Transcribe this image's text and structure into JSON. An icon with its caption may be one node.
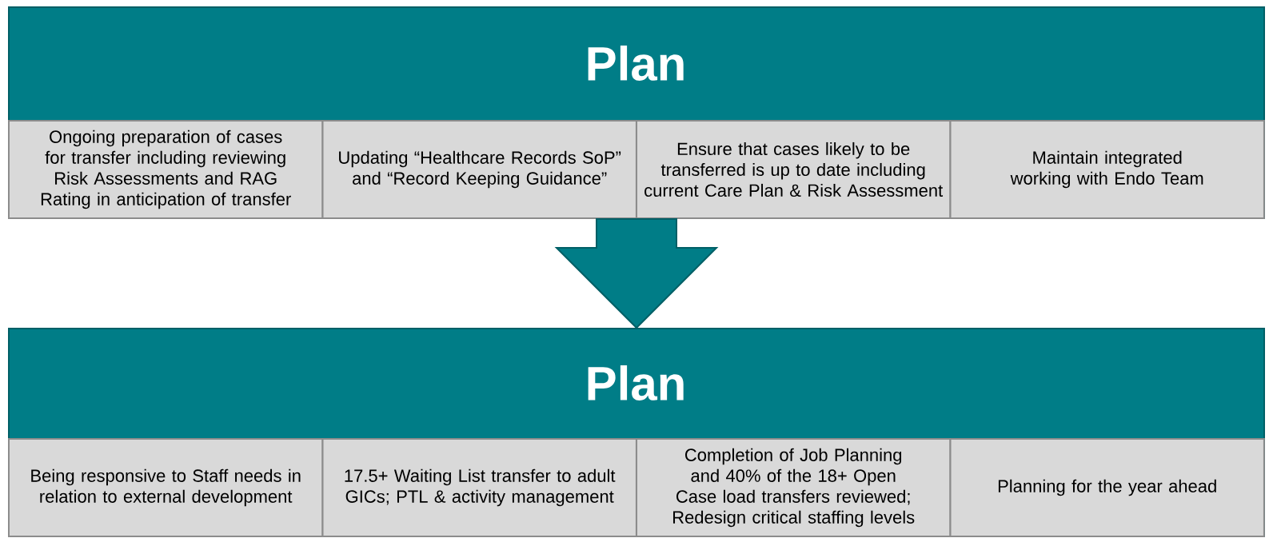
{
  "diagram": {
    "nodes": [
      {
        "text": [
          "Plan"
        ]
      },
      {
        "text": [
          "Ongoing preparation of cases for transfer including reviewing Risk Assessments and RAG Rating in anticipation of transfer"
        ],
        "in": 0
      },
      {
        "text": [
          "Updating “Healthcare Records SoP” and “Record Keeping Guidance”"
        ],
        "in": 0
      },
      {
        "text": [
          "Ensure that cases likely to be transferred is up to date including current Care Plan & Risk Assessment"
        ],
        "in": 0
      },
      {
        "text": [
          "Maintain integrated working with Endo Team"
        ],
        "in": 0
      },
      {
        "text": [
          "Plan"
        ]
      },
      {
        "text": [
          "Being responsive to Staff needs in relation to external development"
        ],
        "in": 5
      },
      {
        "text": [
          "17.5+ Waiting List transfer to adult GICs; PTL & activity management"
        ],
        "in": 5
      },
      {
        "text": [
          "Completion of Job Planning and 40% of the 18+ Open Case load transfers reviewed; Redesign critical staffing levels"
        ],
        "in": 5
      },
      {
        "text": [
          "Planning for the year ahead"
        ],
        "in": 5
      }
    ],
    "edges": [
      {
        "from": 0,
        "to": 5,
        "arrow": "to"
      }
    ]
  }
}
